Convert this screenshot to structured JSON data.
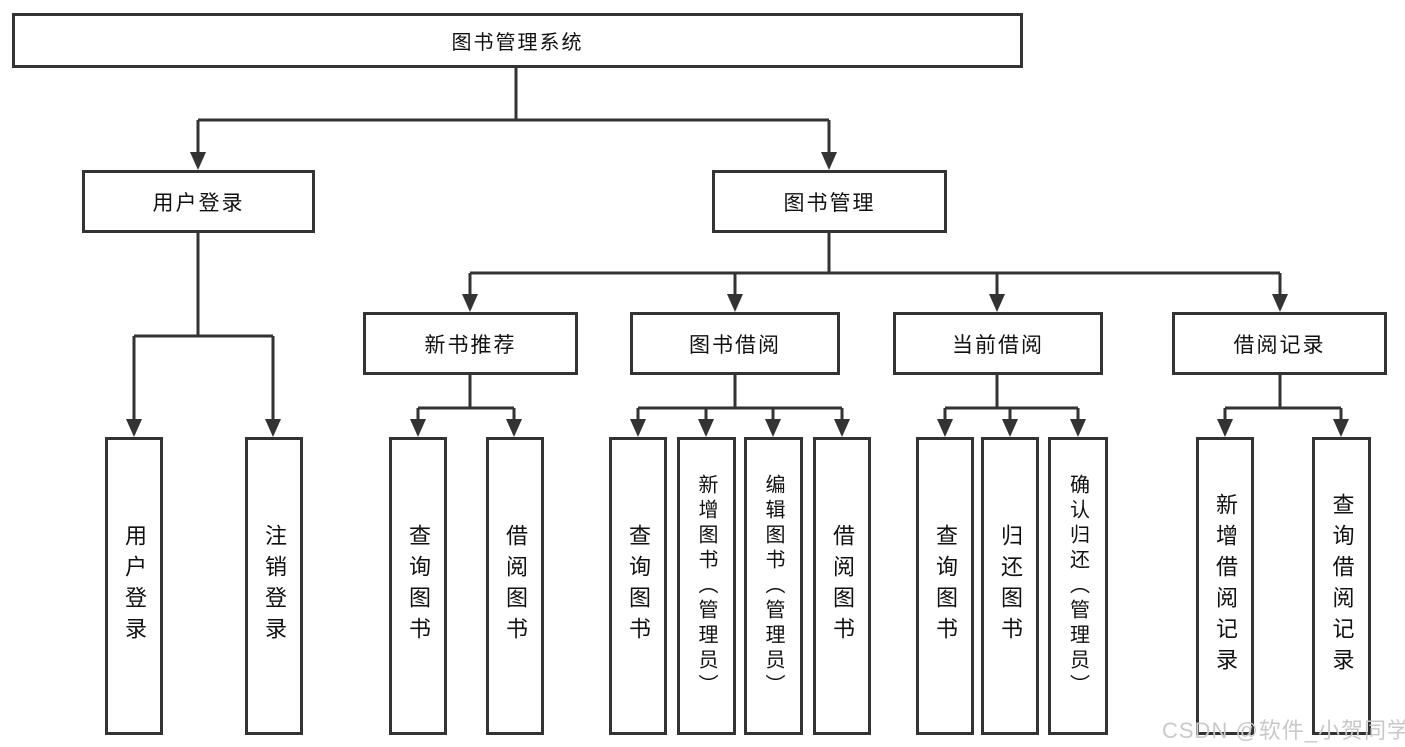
{
  "tree": {
    "label": "图书管理系统",
    "children": [
      {
        "label": "用户登录",
        "children": [
          {
            "label": "用户登录"
          },
          {
            "label": "注销登录"
          }
        ]
      },
      {
        "label": "图书管理",
        "children": [
          {
            "label": "新书推荐",
            "children": [
              {
                "label": "查询图书"
              },
              {
                "label": "借阅图书"
              }
            ]
          },
          {
            "label": "图书借阅",
            "children": [
              {
                "label": "查询图书"
              },
              {
                "label": "新增图书（管理员）"
              },
              {
                "label": "编辑图书（管理员）"
              },
              {
                "label": "借阅图书"
              }
            ]
          },
          {
            "label": "当前借阅",
            "children": [
              {
                "label": "查询图书"
              },
              {
                "label": "归还图书"
              },
              {
                "label": "确认归还（管理员）"
              }
            ]
          },
          {
            "label": "借阅记录",
            "children": [
              {
                "label": "新增借阅记录"
              },
              {
                "label": "查询借阅记录"
              }
            ]
          }
        ]
      }
    ]
  },
  "watermark": {
    "text": "CSDN @软件_小贺同学"
  },
  "colors": {
    "line": "#333333",
    "box_border": "#333333",
    "box_fill": "#ffffff",
    "text": "#111111",
    "watermark": "#c9c9c9",
    "background": "#ffffff"
  }
}
